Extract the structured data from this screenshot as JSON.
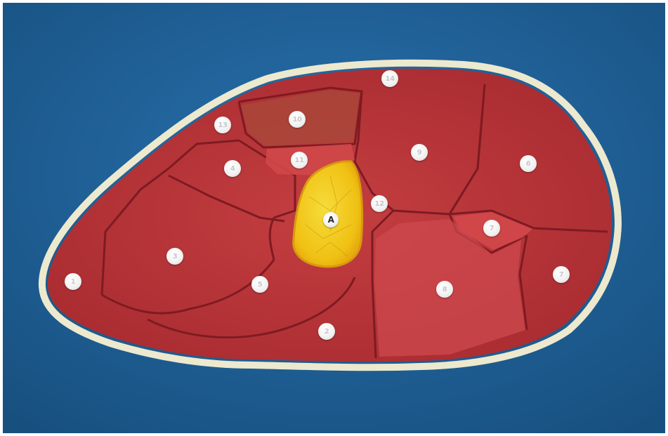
{
  "background_color": "#1f5f95",
  "tray_rim_color": "#ece9cf",
  "muscle_color": "#b8373a",
  "fat_color": "#f2c21a",
  "labels": {
    "n1": "1",
    "n2": "2",
    "n3": "3",
    "n4": "4",
    "n5": "5",
    "n6": "6",
    "n7a": "7",
    "n7b": "7",
    "n8": "8",
    "n9": "9",
    "n10": "10",
    "n11": "11",
    "n12": "12",
    "n13": "13",
    "n14": "14",
    "a": "A"
  }
}
